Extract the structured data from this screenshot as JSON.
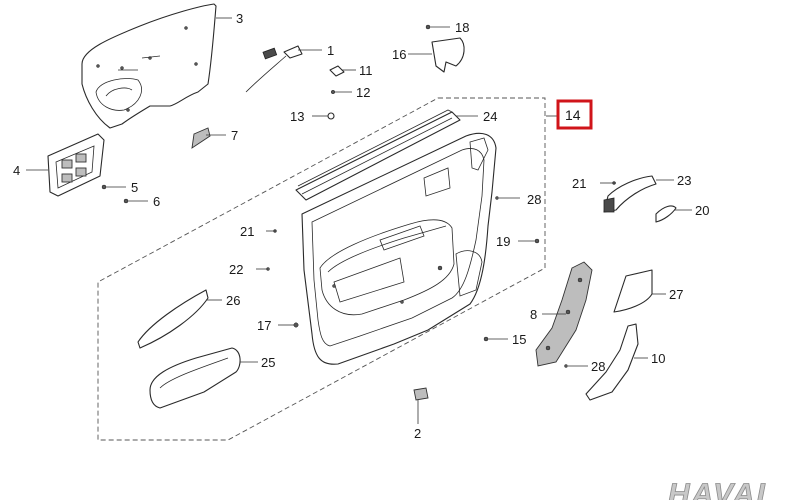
{
  "diagram": {
    "callouts": [
      "1",
      "2",
      "3",
      "4",
      "5",
      "6",
      "7",
      "8",
      "10",
      "11",
      "12",
      "13",
      "14",
      "15",
      "16",
      "17",
      "18",
      "19",
      "20",
      "21",
      "22",
      "23",
      "24",
      "25",
      "26",
      "27",
      "28"
    ],
    "highlighted_callout": "14",
    "highlight_color": "#d0141a",
    "logo_text": "HAVAL"
  }
}
